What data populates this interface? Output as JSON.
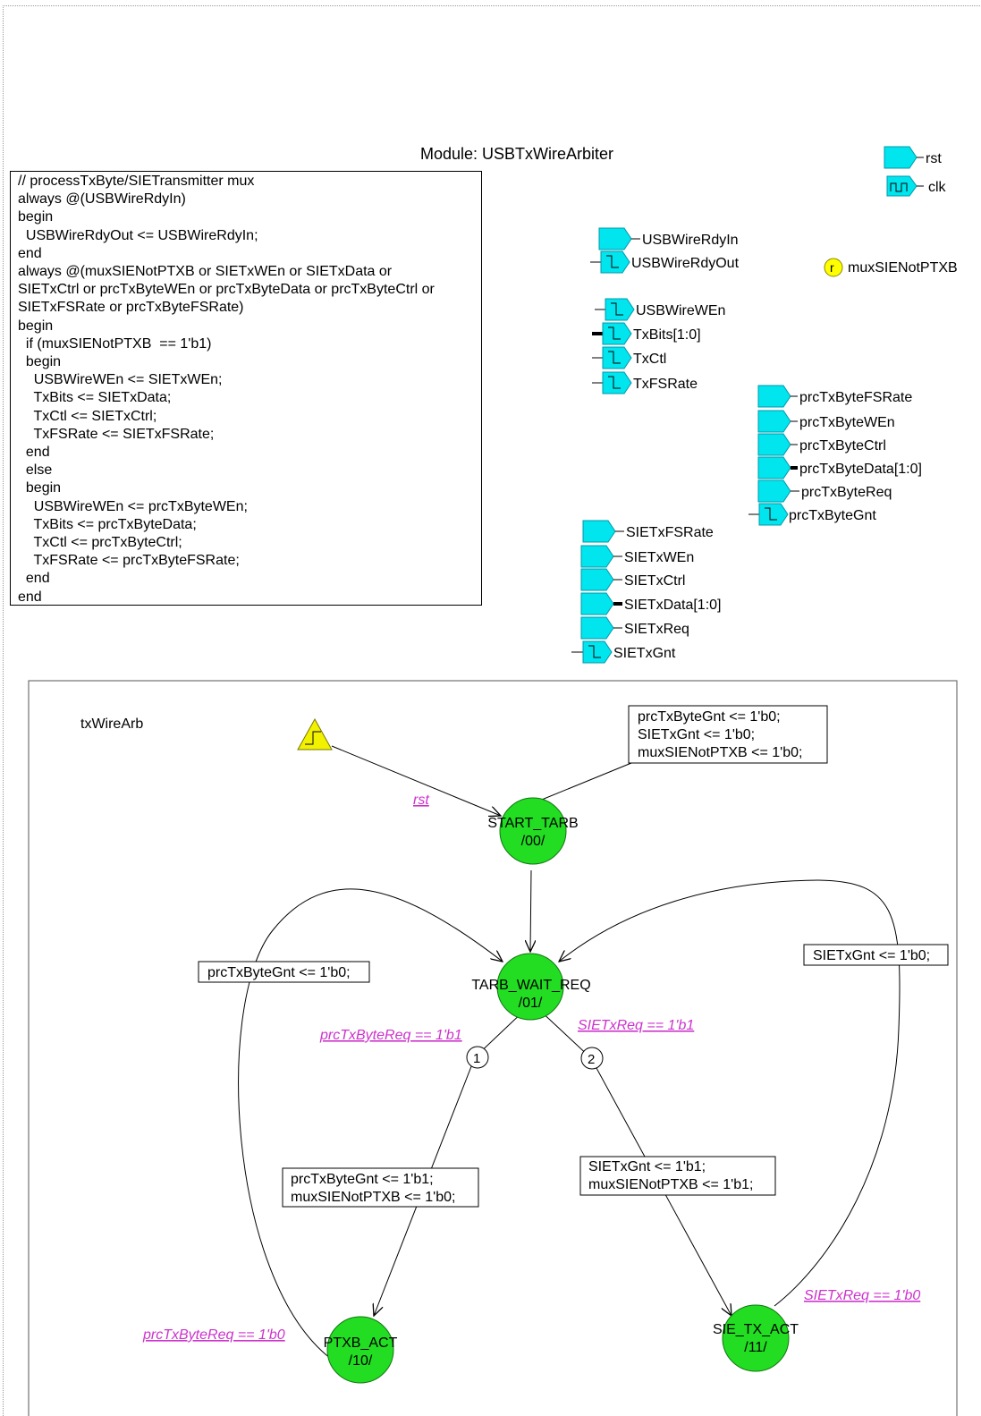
{
  "module_title": "Module: USBTxWireArbiter",
  "code": [
    "// processTxByte/SIETransmitter mux",
    "always @(USBWireRdyIn)",
    "begin",
    "  USBWireRdyOut <= USBWireRdyIn;",
    "end",
    "always @(muxSIENotPTXB or SIETxWEn or SIETxData or",
    "SIETxCtrl or prcTxByteWEn or prcTxByteData or prcTxByteCtrl or",
    "SIETxFSRate or prcTxByteFSRate)",
    "begin",
    "  if (muxSIENotPTXB  == 1'b1)",
    "  begin",
    "    USBWireWEn <= SIETxWEn;",
    "    TxBits <= SIETxData;",
    "    TxCtl <= SIETxCtrl;",
    "    TxFSRate <= SIETxFSRate;",
    "  end",
    "  else",
    "  begin",
    "    USBWireWEn <= prcTxByteWEn;",
    "    TxBits <= prcTxByteData;",
    "    TxCtl <= prcTxByteCtrl;",
    "    TxFSRate <= prcTxByteFSRate;",
    "  end",
    "end"
  ],
  "ports": {
    "rst": "rst",
    "clk": "clk",
    "usbwire_rdy_in": "USBWireRdyIn",
    "usbwire_rdy_out": "USBWireRdyOut",
    "mux_reg": "muxSIENotPTXB",
    "mux_reg_badge": "r",
    "usbwire_wen": "USBWireWEn",
    "txbits": "TxBits[1:0]",
    "txctl": "TxCtl",
    "txfsrate": "TxFSRate",
    "prc_fsrate": "prcTxByteFSRate",
    "prc_wen": "prcTxByteWEn",
    "prc_ctrl": "prcTxByteCtrl",
    "prc_data": "prcTxByteData[1:0]",
    "prc_req": "prcTxByteReq",
    "prc_gnt": "prcTxByteGnt",
    "sie_fsrate": "SIETxFSRate",
    "sie_wen": "SIETxWEn",
    "sie_ctrl": "SIETxCtrl",
    "sie_data": "SIETxData[1:0]",
    "sie_req": "SIETxReq",
    "sie_gnt": "SIETxGnt"
  },
  "fsm": {
    "name": "txWireArb",
    "reset_label": "rst",
    "states": {
      "start": {
        "name": "START_TARB",
        "code": "/00/"
      },
      "wait": {
        "name": "TARB_WAIT_REQ",
        "code": "/01/"
      },
      "ptxb": {
        "name": "PTXB_ACT",
        "code": "/10/"
      },
      "sie": {
        "name": "SIE_TX_ACT",
        "code": "/11/"
      }
    },
    "reset_actions": [
      "prcTxByteGnt <= 1'b0;",
      "SIETxGnt <= 1'b0;",
      "muxSIENotPTXB <= 1'b0;"
    ],
    "ptxb_return_action": "prcTxByteGnt <= 1'b0;",
    "sie_return_action": "SIETxGnt <= 1'b0;",
    "cond_prc_req": "prcTxByteReq == 1'b1",
    "cond_sie_req": "SIETxReq == 1'b1",
    "cond_prc_done": "prcTxByteReq == 1'b0",
    "cond_sie_done": "SIETxReq == 1'b0",
    "priority_1": "1",
    "priority_2": "2",
    "ptxb_actions": [
      "prcTxByteGnt <= 1'b1;",
      "muxSIENotPTXB <= 1'b0;"
    ],
    "sie_actions": [
      "SIETxGnt <= 1'b1;",
      "muxSIENotPTXB <= 1'b1;"
    ]
  },
  "colors": {
    "port_fill": "#00e5ee",
    "state_fill": "#22dd22",
    "condition_text": "#cc33cc",
    "reset_symbol": "#f2f200",
    "register_badge": "#ffff00"
  }
}
